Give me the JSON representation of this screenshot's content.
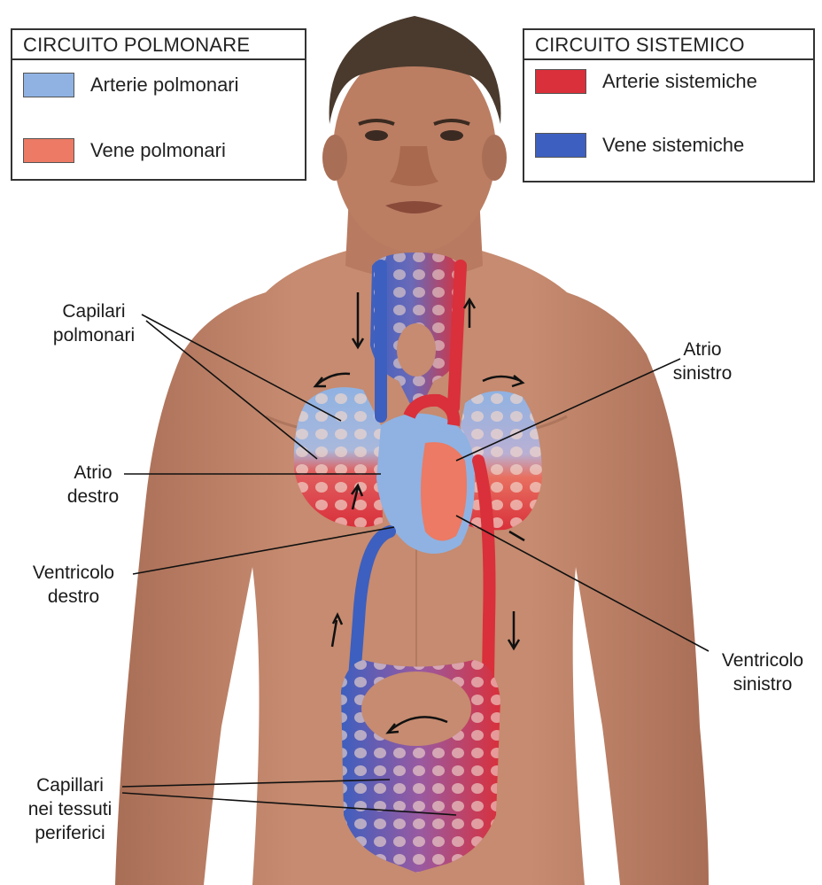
{
  "legend_pulmonary": {
    "title": "CIRCUITO POLMONARE",
    "items": [
      {
        "label": "Arterie polmonari",
        "color": "#8fb2e2"
      },
      {
        "label": "Vene polmonari",
        "color": "#ec7a64"
      }
    ]
  },
  "legend_systemic": {
    "title": "CIRCUITO SISTEMICO",
    "items": [
      {
        "label": "Arterie sistemiche",
        "color": "#d9303b"
      },
      {
        "label": "Vene sistemiche",
        "color": "#3d5fbf"
      }
    ]
  },
  "labels": {
    "capillari_polmonari": "Capilari\npolmonari",
    "atrio_destro": "Atrio\ndestro",
    "ventricolo_destro": "Ventricolo\ndestro",
    "capillari_periferici": "Capillari\nnei tessuti\nperiferici",
    "atrio_sinistro": "Atrio\nsinistro",
    "ventricolo_sinistro": "Ventricolo\nsinistro"
  },
  "colors": {
    "skin": "#c0856a",
    "skin_shadow": "#a96e56",
    "hair": "#4a3a2e",
    "artery_red": "#d9303b",
    "vein_blue": "#3d5fbf",
    "pulmonary_blue": "#8fb2e2",
    "pulmonary_red": "#ec7a64"
  }
}
